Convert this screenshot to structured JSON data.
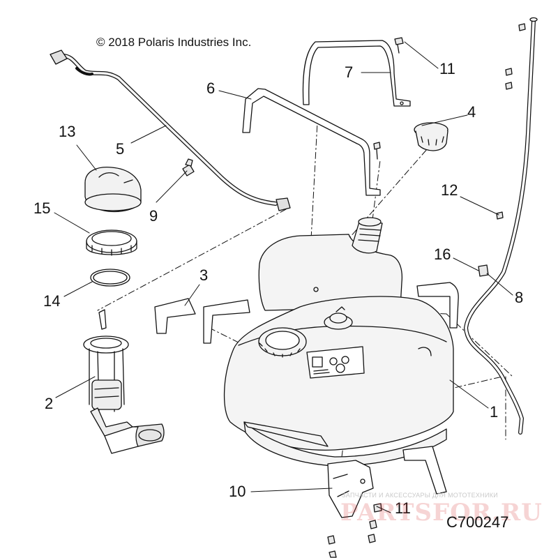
{
  "copyright": "© 2018 Polaris Industries Inc.",
  "part_code": "C700247",
  "watermark": {
    "line1": "ЗАПЧАСТИ И АКСЕССУАРЫ ДЛЯ МОТОТЕХНИКИ",
    "line2": "PARTSFOR.RU"
  },
  "callouts": {
    "c1": "1",
    "c2": "2",
    "c3": "3",
    "c4": "4",
    "c5": "5",
    "c6": "6",
    "c7": "7",
    "c8": "8",
    "c9": "9",
    "c10": "10",
    "c11a": "11",
    "c11b": "11",
    "c12": "12",
    "c13": "13",
    "c14": "14",
    "c15": "15",
    "c16": "16"
  },
  "colors": {
    "ink": "#111111",
    "part_fill": "#f4f4f4",
    "watermark_red": "#d73c3c",
    "watermark_grey": "#c9c9c9"
  }
}
